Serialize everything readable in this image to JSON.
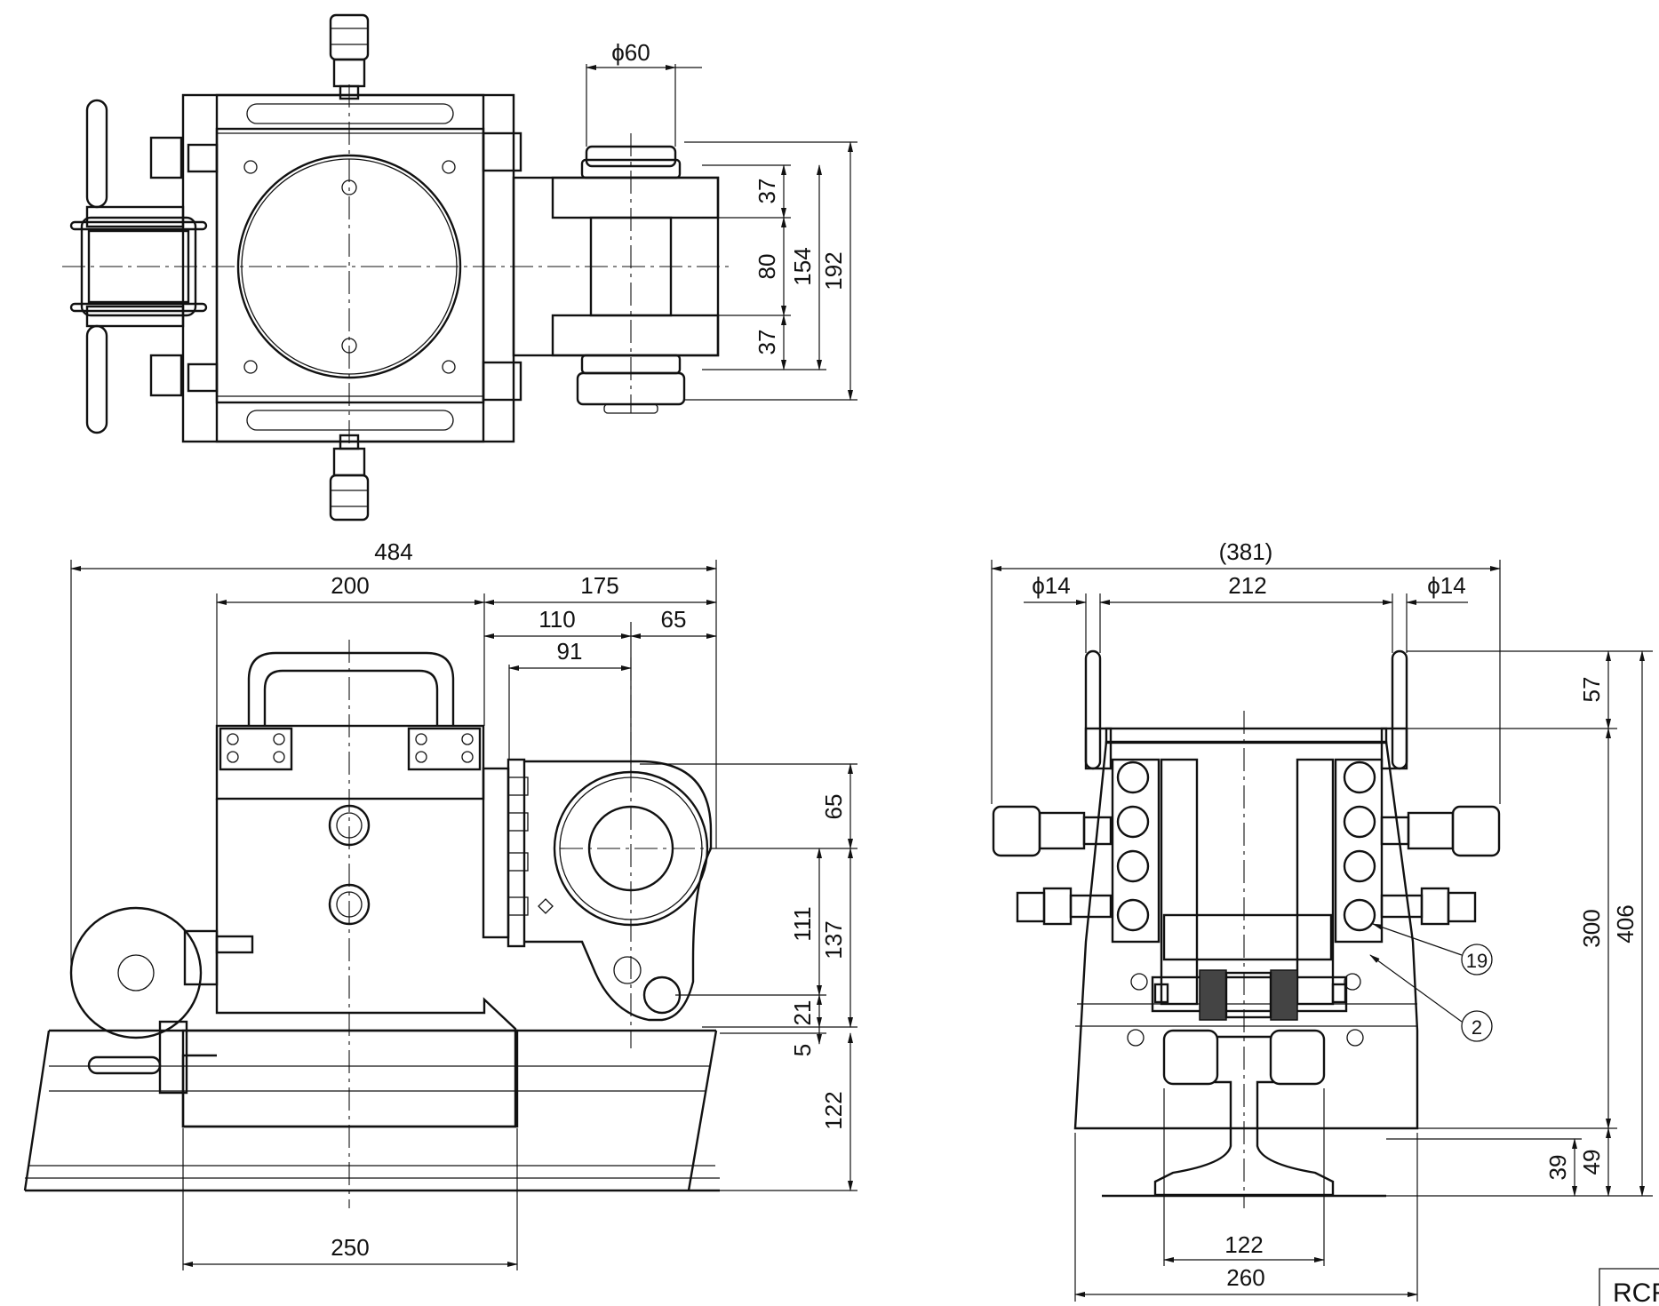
{
  "dimensions": {
    "top_view": {
      "roller_dia": "ϕ60",
      "flange_upper": "37",
      "inner_gap": "80",
      "flange_lower": "37",
      "inner_span": "154",
      "overall_depth": "192"
    },
    "side_view": {
      "overall_length": "484",
      "body_length": "200",
      "arm_length": "175",
      "arm_to_center": "110",
      "center_to_end": "65",
      "pin_offset": "91",
      "upper_height": "65",
      "center_to_pin": "111",
      "center_to_rail": "137",
      "pin_to_rail": "21",
      "rail_gap": "5",
      "base_height": "122",
      "base_width": "250"
    },
    "front_view": {
      "overall_width": "(381)",
      "pin_dia_left": "ϕ14",
      "pin_span": "212",
      "pin_dia_right": "ϕ14",
      "pin_height": "57",
      "body_height": "300",
      "overall_height": "406",
      "rail_foot": "39",
      "base_offset": "49",
      "rail_width": "122",
      "base_width": "260"
    }
  },
  "balloons": [
    "19",
    "2"
  ],
  "title_block": "RCR"
}
